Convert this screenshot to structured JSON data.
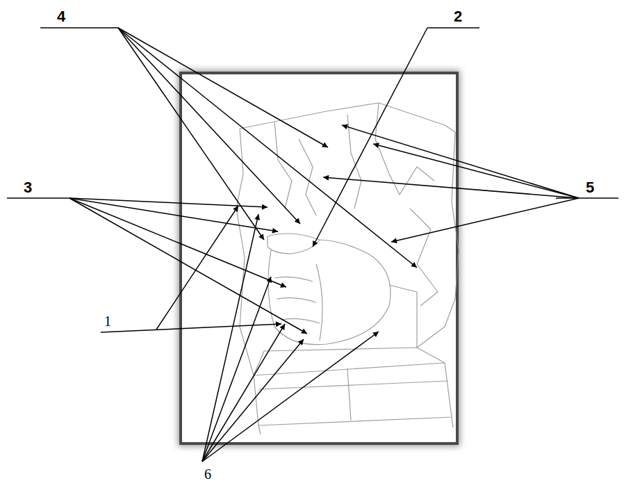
{
  "diagram": {
    "labels": [
      "4",
      "2",
      "3",
      "5",
      "1",
      "6"
    ]
  }
}
